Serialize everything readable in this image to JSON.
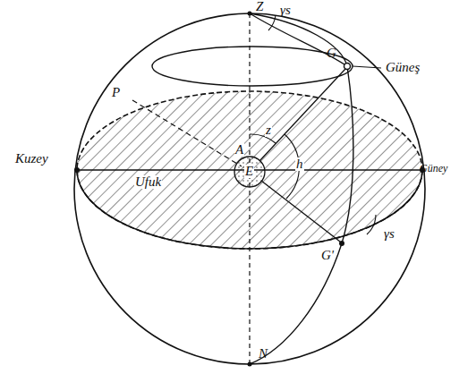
{
  "diagram": {
    "labels": [
      "Z",
      "P",
      "γs",
      "G",
      "Güneş",
      "Kuzey",
      "Ufuk",
      "A",
      "z",
      "h",
      "E",
      "Güney",
      "G'",
      "γs",
      "N"
    ]
  }
}
